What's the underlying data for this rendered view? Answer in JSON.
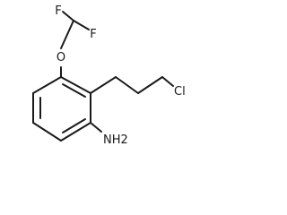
{
  "molecule": {
    "atom_labels": {
      "fluorine_top": "F",
      "fluorine_right": "F",
      "oxygen": "O",
      "chlorine": "Cl",
      "amine": "NH2"
    }
  }
}
